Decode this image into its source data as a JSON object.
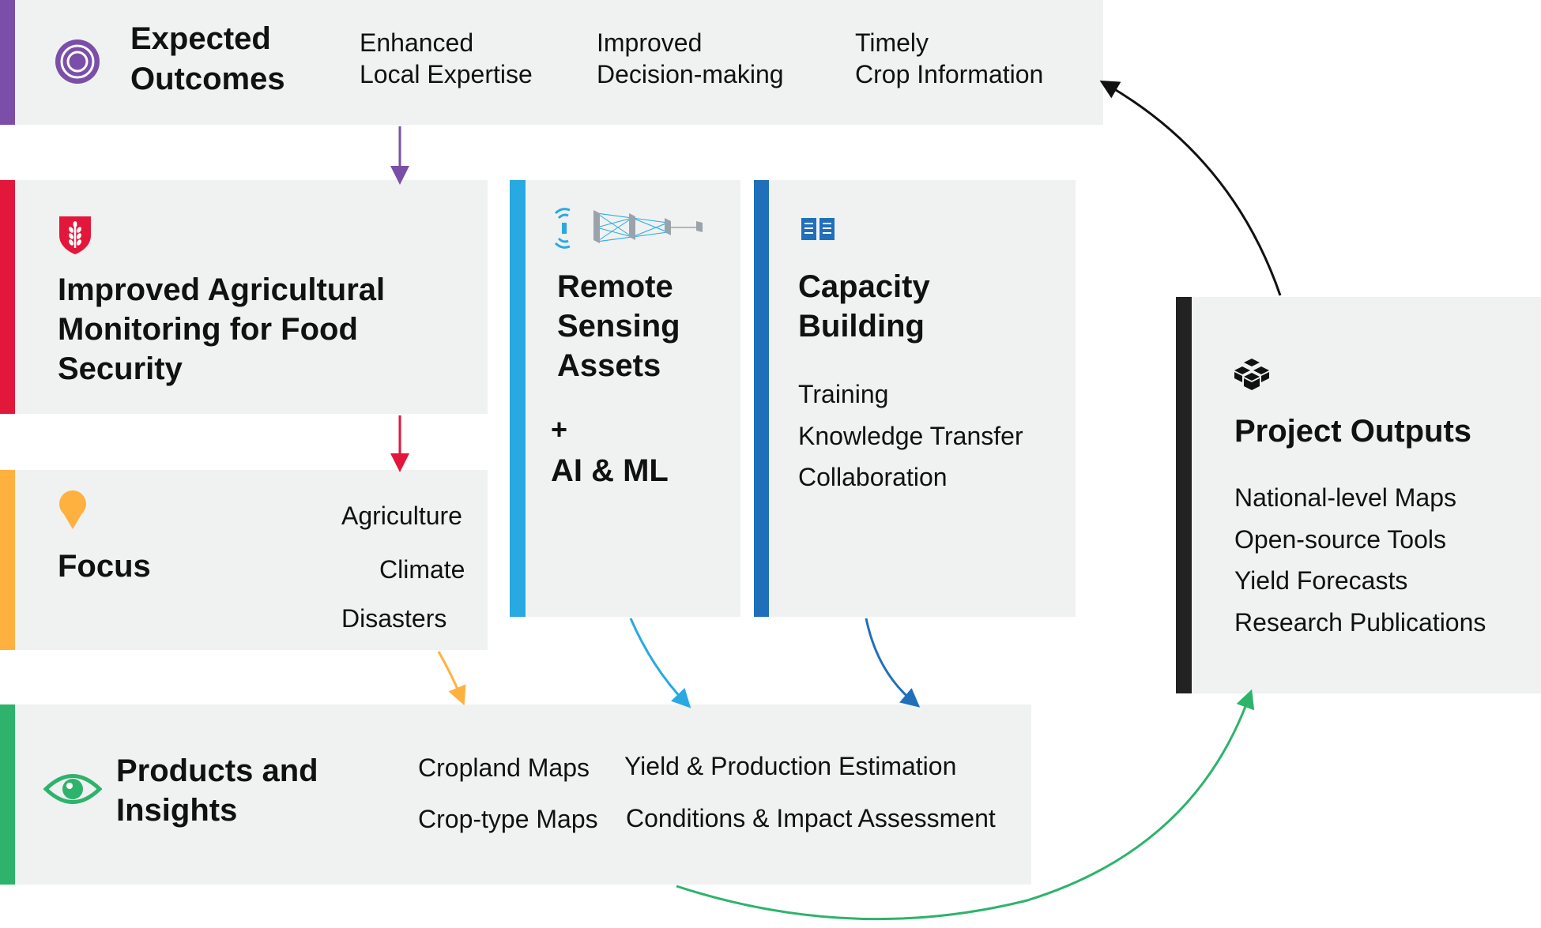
{
  "expected_outcomes": {
    "title_line1": "Expected",
    "title_line2": "Outcomes",
    "items": [
      {
        "line1": "Enhanced",
        "line2": "Local Expertise"
      },
      {
        "line1": "Improved",
        "line2": "Decision-making"
      },
      {
        "line1": "Timely",
        "line2": "Crop Information"
      }
    ],
    "color": "#7b4fa8"
  },
  "monitoring": {
    "line1": "Improved Agricultural",
    "line2": "Monitoring for Food",
    "line3": "Security",
    "color": "#e3173b"
  },
  "focus": {
    "title": "Focus",
    "items": [
      "Agriculture",
      "Climate",
      "Disasters"
    ],
    "color": "#ffb140"
  },
  "remote_sensing": {
    "line1": "Remote",
    "line2": "Sensing",
    "line3": "Assets",
    "plus": "+",
    "ai_ml": "AI & ML",
    "color": "#29a9e1"
  },
  "capacity": {
    "line1": "Capacity",
    "line2": "Building",
    "items": [
      "Training",
      "Knowledge Transfer",
      "Collaboration"
    ],
    "color": "#1f6fba"
  },
  "products": {
    "line1": "Products and",
    "line2": "Insights",
    "items": [
      "Cropland Maps",
      "Yield & Production Estimation",
      "Crop-type Maps",
      "Conditions & Impact Assessment"
    ],
    "color": "#2db36b"
  },
  "outputs": {
    "title": "Project Outputs",
    "items": [
      "National-level Maps",
      "Open-source Tools",
      "Yield Forecasts",
      "Research Publications"
    ],
    "color": "#222222"
  }
}
